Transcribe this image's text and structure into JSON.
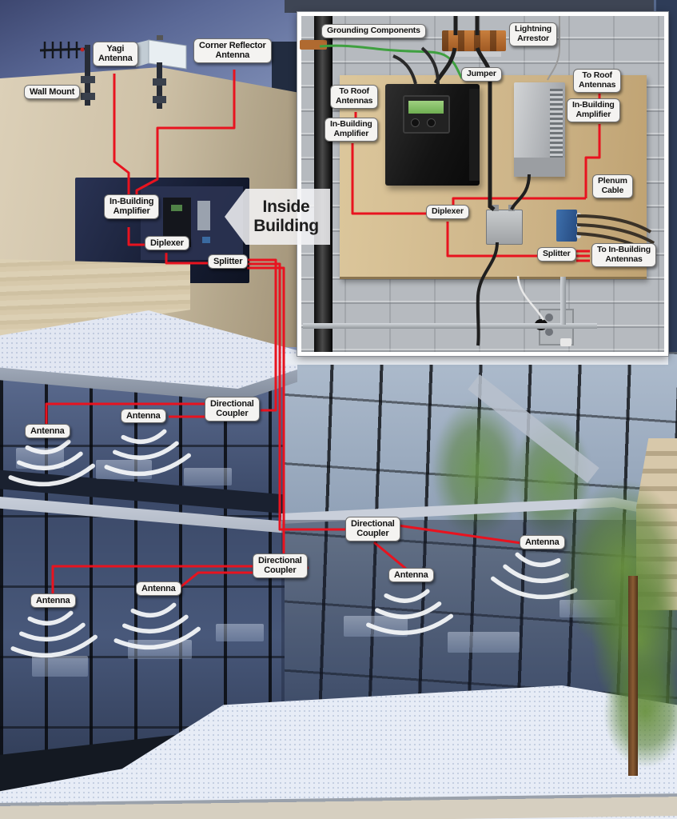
{
  "diagram": {
    "inside_building_arrow": "Inside\nBuilding",
    "main_labels": {
      "wall_mount": "Wall Mount",
      "yagi_antenna": "Yagi\nAntenna",
      "corner_reflector_antenna": "Corner Reflector\nAntenna",
      "in_building_amplifier": "In-Building\nAmplifier",
      "diplexer": "Diplexer",
      "splitter": "Splitter",
      "antenna": "Antenna",
      "directional_coupler": "Directional\nCoupler"
    },
    "inset_labels": {
      "grounding_components": "Grounding Components",
      "lightning_arrestor": "Lightning\nArrestor",
      "jumper": "Jumper",
      "to_roof_antennas": "To Roof\nAntennas",
      "in_building_amplifier": "In-Building\nAmplifier",
      "plenum_cable": "Plenum\nCable",
      "diplexer": "Diplexer",
      "splitter": "Splitter",
      "to_in_building_antennas": "To In-Building\nAntennas"
    },
    "colors": {
      "cable_red": "#e8131f",
      "ground_wire_green": "#3fa040",
      "label_background": "#f4f3f1"
    }
  }
}
